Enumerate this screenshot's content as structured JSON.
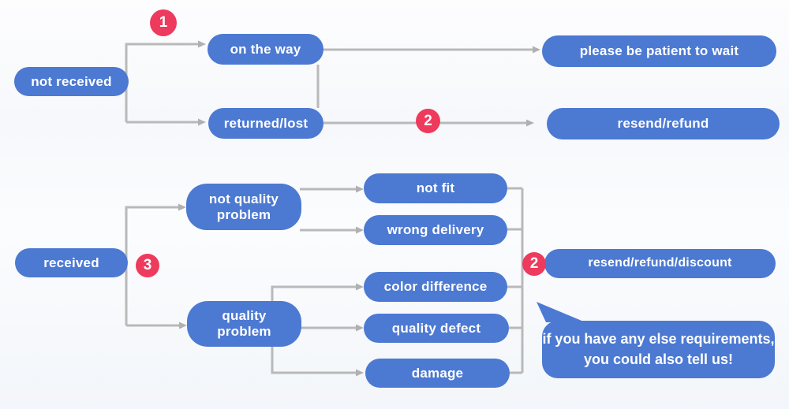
{
  "flowchart": {
    "colors": {
      "node_blue": "#4c79d2",
      "badge_red": "#ee3a5c",
      "connector_gray": "#b9b9b9",
      "background": "#f7f9fc"
    },
    "badges": {
      "step1": "1",
      "step2_top": "2",
      "step3": "3",
      "step2_bottom": "2"
    },
    "nodes": {
      "not_received": "not received",
      "on_the_way": "on the way",
      "returned_lost": "returned/lost",
      "please_be_patient": "please be patient to wait",
      "resend_refund": "resend/refund",
      "received": "received",
      "not_quality_problem": "not quality problem",
      "quality_problem": "quality problem",
      "not_fit": "not fit",
      "wrong_delivery": "wrong delivery",
      "color_difference": "color difference",
      "quality_defect": "quality defect",
      "damage": "damage",
      "resend_refund_discount": "resend/refund/discount"
    },
    "speech_bubble": {
      "line1": "if you have any else requirements,",
      "line2": "you could also tell us!"
    }
  }
}
